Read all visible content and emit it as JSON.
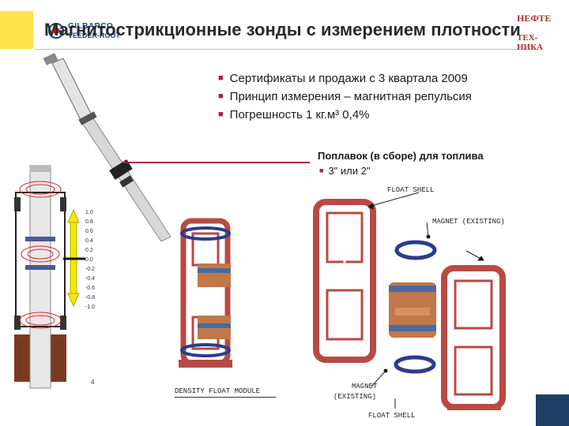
{
  "slide": {
    "title": "Магнитострикционные зонды с измерением плотности",
    "logo": {
      "line1": "GILBARCO",
      "line2": "VEEDER-ROOT"
    },
    "corner_logo": {
      "line1": "НЕФТЕ",
      "line2": "ТЕХ-НИКА"
    },
    "bullets": [
      "Сертификаты и продажи с 3 квартала 2009",
      "Принцип измерения – магнитная репульсия",
      "Погрешность 1 кг.м³ 0,4%"
    ],
    "float_section": {
      "title": "Поплавок (в сборе) для топлива",
      "sub_bullet": "3\" или 2\""
    },
    "diagram_labels": {
      "float_shell_top": "FLOAT SHELL",
      "magnet_existing": "MAGNET (EXISTING)",
      "magnet_bottom_line1": "MAGNET",
      "magnet_bottom_line2": "(EXISTING)",
      "float_shell_bottom": "FLOAT SHELL",
      "density_float_module": "DENSITY FLOAT MODULE"
    },
    "scale_ticks": [
      "1.0",
      "0.8",
      "0.6",
      "0.4",
      "0.2",
      "0.0",
      "-0.2",
      "-0.4",
      "-0.6",
      "-0.8",
      "-1.0"
    ],
    "page_number": "4",
    "colors": {
      "accent_red": "#b0203a",
      "float_red": "#b84a45",
      "magnet_blue": "#2a3c8c",
      "yellow": "#ffe34d",
      "navy": "#1f3f66"
    }
  }
}
